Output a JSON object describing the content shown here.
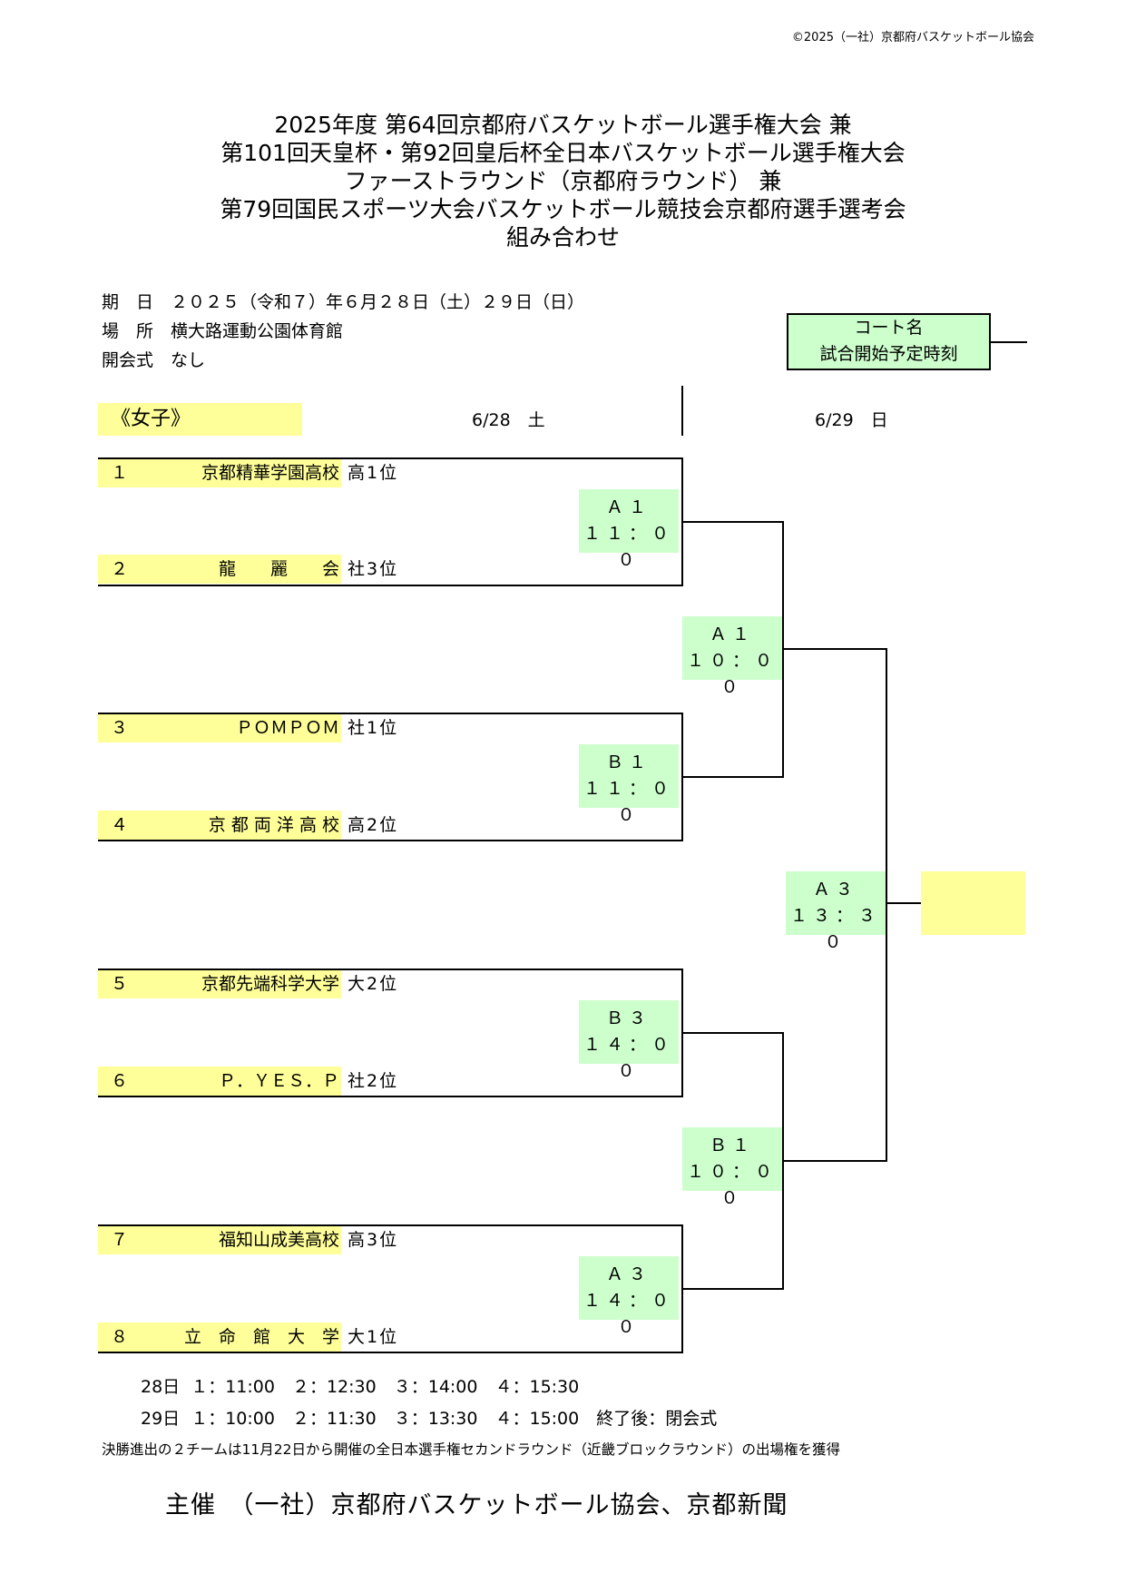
{
  "copyright": "©2025（一社）京都府バスケットボール協会",
  "title_lines": [
    "2025年度 第64回京都府バスケットボール選手権大会 兼",
    "第101回天皇杯・第92回皇后杯全日本バスケットボール選手権大会",
    "ファーストラウンド（京都府ラウンド） 兼",
    "第79回国民スポーツ大会バスケットボール競技会京都府選手選考会",
    "組み合わせ"
  ],
  "info": {
    "date": "期　日　２０２５（令和７）年６月２８日（土）２９日（日）",
    "venue": "場　所　横大路運動公園体育館",
    "ceremony": "開会式　なし"
  },
  "legend": {
    "line1": "コート名",
    "line2": "試合開始予定時刻"
  },
  "category": "《女子》",
  "days": {
    "day1": "6/28　土",
    "day2": "6/29　日"
  },
  "teams": [
    {
      "num": "１",
      "name": "京都精華学園高校",
      "rank": "高1位"
    },
    {
      "num": "２",
      "name": "龍　　麗　　会",
      "rank": "社3位"
    },
    {
      "num": "３",
      "name": "ＰＯＭＰＯＭ",
      "rank": "社1位"
    },
    {
      "num": "４",
      "name": "京 都 両 洋 高 校",
      "rank": "高2位"
    },
    {
      "num": "５",
      "name": "京都先端科学大学",
      "rank": "大2位"
    },
    {
      "num": "６",
      "name": "Ｐ．ＹＥＳ．Ｐ",
      "rank": "社2位"
    },
    {
      "num": "７",
      "name": "福知山成美高校",
      "rank": "高3位"
    },
    {
      "num": "８",
      "name": "立　命　館　大　学",
      "rank": "大1位"
    }
  ],
  "matches": [
    {
      "court": "Ａ１",
      "time": "１１：００"
    },
    {
      "court": "Ｂ１",
      "time": "１１：００"
    },
    {
      "court": "Ｂ３",
      "time": "１４：００"
    },
    {
      "court": "Ａ３",
      "time": "１４：００"
    },
    {
      "court": "Ａ１",
      "time": "１０：００"
    },
    {
      "court": "Ｂ１",
      "time": "１０：００"
    },
    {
      "court": "Ａ３",
      "time": "１３：３０"
    }
  ],
  "schedule": {
    "day28": "28日 １：11:00　２：12:30　３：14:00　４：15:30",
    "day29": "29日 １：10:00　２：11:30　３：13:30　４：15:00　終了後：閉会式"
  },
  "note": "決勝進出の２チームは11月22日から開催の全日本選手権セカンドラウンド（近畿ブロックラウンド）の出場権を獲得",
  "host": "主催　（一社）京都府バスケットボール協会、京都新聞"
}
